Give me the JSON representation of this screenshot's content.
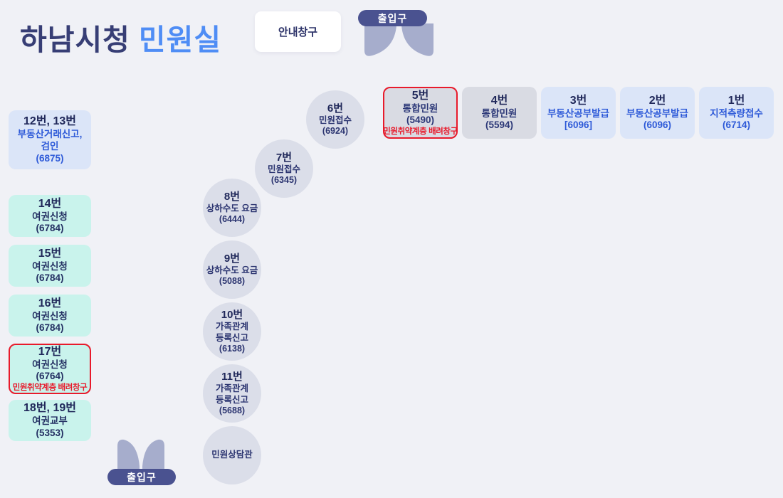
{
  "title": {
    "part1": "하남시청",
    "part2": "민원실"
  },
  "info_desk": {
    "label": "안내창구"
  },
  "entrance_top": {
    "label": "출입구"
  },
  "entrance_bottom": {
    "label": "출입구"
  },
  "colors": {
    "background": "#f0f1f6",
    "title_navy": "#373e75",
    "title_blue": "#4f8df5",
    "badge_navy": "#4a5290",
    "door_gray": "#a6adcc",
    "box_blue": "#dbe5f8",
    "box_gray": "#d9dbe3",
    "box_mint": "#c9f3ec",
    "circle_gray": "#dbdee9",
    "text_navy": "#20285a",
    "text_blue": "#2e5ad8",
    "alert_red": "#e81a2b"
  },
  "top_row": [
    {
      "number": "5번",
      "service_lines": [
        "통합민원"
      ],
      "phone": "(5490)",
      "note": "민원취약계층 배려창구",
      "style": "gray",
      "highlight": true
    },
    {
      "number": "4번",
      "service_lines": [
        "통합민원"
      ],
      "phone": "(5594)",
      "style": "gray",
      "highlight": false
    },
    {
      "number": "3번",
      "service_lines": [
        "부동산공부발급"
      ],
      "phone": "[6096]",
      "style": "blue",
      "highlight": false
    },
    {
      "number": "2번",
      "service_lines": [
        "부동산공부발급"
      ],
      "phone": "(6096)",
      "style": "blue",
      "highlight": false
    },
    {
      "number": "1번",
      "service_lines": [
        "지적측량접수"
      ],
      "phone": "(6714)",
      "style": "blue",
      "highlight": false
    }
  ],
  "left_column": [
    {
      "number": "12번, 13번",
      "service_lines": [
        "부동산거래신고,",
        "검인"
      ],
      "phone": "(6875)",
      "style": "blue",
      "highlight": false
    },
    {
      "number": "14번",
      "service_lines": [
        "여권신청"
      ],
      "phone": "(6784)",
      "style": "mint",
      "highlight": false
    },
    {
      "number": "15번",
      "service_lines": [
        "여권신청"
      ],
      "phone": "(6784)",
      "style": "mint",
      "highlight": false
    },
    {
      "number": "16번",
      "service_lines": [
        "여권신청"
      ],
      "phone": "(6784)",
      "style": "mint",
      "highlight": false
    },
    {
      "number": "17번",
      "service_lines": [
        "여권신청"
      ],
      "phone": "(6764)",
      "note": "민원취약계층 배려창구",
      "style": "mint",
      "highlight": true
    },
    {
      "number": "18번, 19번",
      "service_lines": [
        "여권교부"
      ],
      "phone": "(5353)",
      "style": "mint",
      "highlight": false
    }
  ],
  "circles": [
    {
      "number": "6번",
      "service_lines": [
        "민원접수"
      ],
      "phone": "(6924)"
    },
    {
      "number": "7번",
      "service_lines": [
        "민원접수"
      ],
      "phone": "(6345)"
    },
    {
      "number": "8번",
      "service_lines": [
        "상하수도 요금"
      ],
      "phone": "(6444)"
    },
    {
      "number": "9번",
      "service_lines": [
        "상하수도 요금"
      ],
      "phone": "(5088)"
    },
    {
      "number": "10번",
      "service_lines": [
        "가족관계",
        "등록신고"
      ],
      "phone": "(6138)"
    },
    {
      "number": "11번",
      "service_lines": [
        "가족관계",
        "등록신고"
      ],
      "phone": "(5688)"
    },
    {
      "number": "",
      "service_lines": [
        "민원상담관"
      ],
      "phone": ""
    }
  ]
}
